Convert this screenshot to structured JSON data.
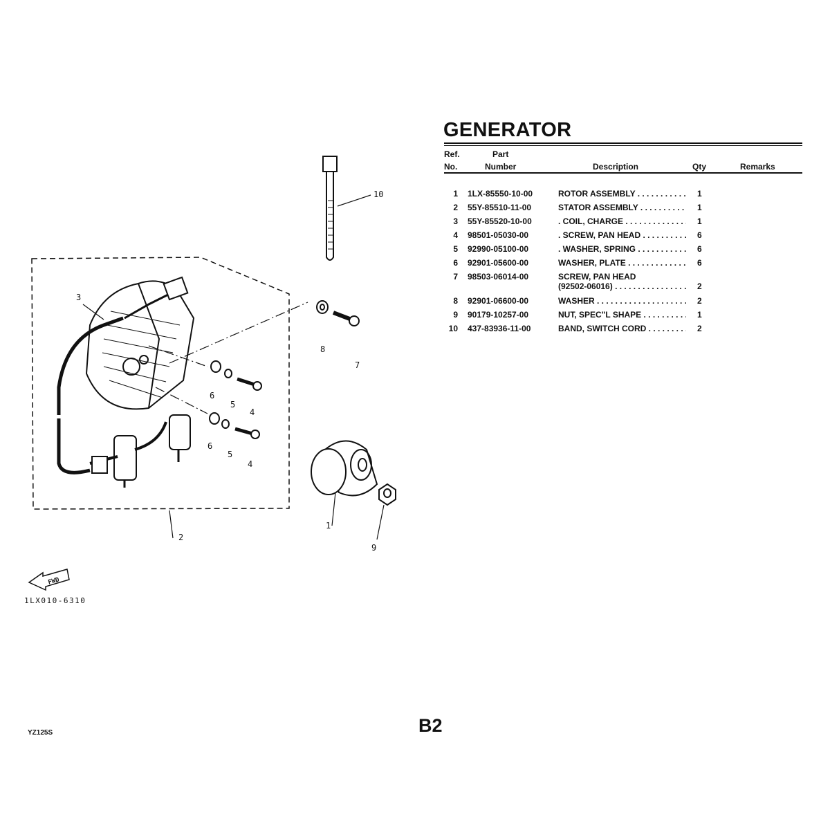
{
  "title": "GENERATOR",
  "table": {
    "headers": {
      "ref_line1": "Ref.",
      "ref_line2": "No.",
      "part_line1": "Part",
      "part_line2": "Number",
      "description": "Description",
      "qty": "Qty",
      "remarks": "Remarks"
    },
    "rows": [
      {
        "ref": "1",
        "part": "1LX-85550-10-00",
        "desc": "ROTOR ASSEMBLY",
        "qty": "1"
      },
      {
        "ref": "2",
        "part": "55Y-85510-11-00",
        "desc": "STATOR ASSEMBLY",
        "qty": "1"
      },
      {
        "ref": "3",
        "part": "55Y-85520-10-00",
        "desc": ". COIL, CHARGE",
        "qty": "1"
      },
      {
        "ref": "4",
        "part": "98501-05030-00",
        "desc": ". SCREW, PAN HEAD",
        "qty": "6"
      },
      {
        "ref": "5",
        "part": "92990-05100-00",
        "desc": ". WASHER, SPRING",
        "qty": "6"
      },
      {
        "ref": "6",
        "part": "92901-05600-00",
        "desc": "WASHER, PLATE",
        "qty": "6"
      },
      {
        "ref": "7",
        "part": "98503-06014-00",
        "desc": "SCREW, PAN HEAD",
        "desc2": "(92502-06016)",
        "qty": "2"
      },
      {
        "ref": "8",
        "part": "92901-06600-00",
        "desc": "WASHER",
        "qty": "2"
      },
      {
        "ref": "9",
        "part": "90179-10257-00",
        "desc": "NUT, SPEC\"L SHAPE",
        "qty": "1"
      },
      {
        "ref": "10",
        "part": "437-83936-11-00",
        "desc": "BAND, SWITCH CORD",
        "qty": "2"
      }
    ]
  },
  "diagram": {
    "callouts": [
      "10",
      "3",
      "8",
      "7",
      "6",
      "5",
      "4",
      "6",
      "5",
      "4",
      "1",
      "2",
      "9"
    ],
    "fwd_label": "FWD",
    "drawing_code": "1LX010-6310"
  },
  "footer": {
    "model": "YZ125S",
    "page": "B2"
  }
}
